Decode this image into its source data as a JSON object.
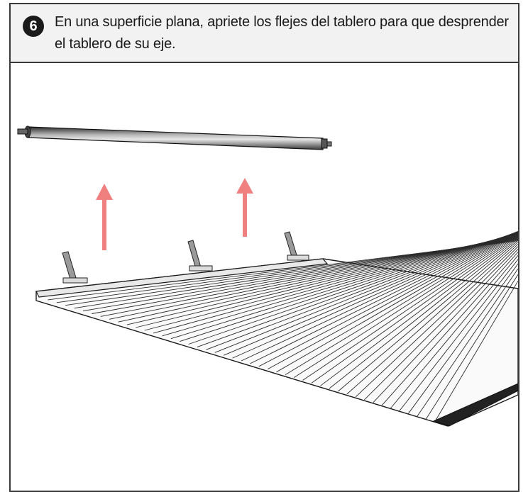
{
  "step": {
    "number": "6",
    "instruction": "En una superficie plana, apriete los flejes del tablero para que desprender el tablero de su eje."
  },
  "illustration": {
    "parts": [
      "roller-axle",
      "lift-arrow",
      "lift-arrow",
      "strap",
      "strap",
      "strap",
      "slatted-panel"
    ],
    "arrow_color": "#f08080",
    "slat_count": 46
  }
}
